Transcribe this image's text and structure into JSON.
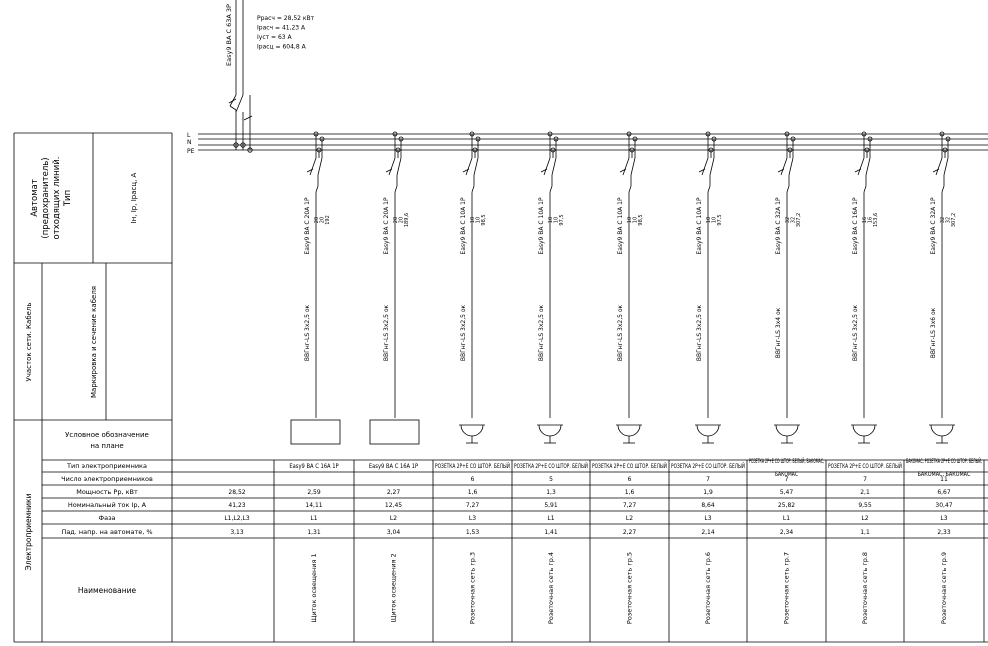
{
  "main_breaker": {
    "label": "Easy9 ВА С 63А 3Р",
    "params": [
      "Ррасч = 28,52 кВт",
      "Iрасч = 41,23 А",
      "Iуст = 63 А",
      "Iрасц = 604,8 А"
    ]
  },
  "bus_labels": [
    "L",
    "N",
    "PE"
  ],
  "left_header": {
    "automat_title": [
      "Автомат",
      "(предохранитель)",
      "отходящих линий.",
      "Тип"
    ],
    "current_label": "Iн, Iр, Iрасц, А",
    "cable_section": "Участок сети. Кабель",
    "cable_mark": "Маркировка и сечение кабеля",
    "consumers_section": "Электроприемники",
    "symbol_label": [
      "Условное обозначение",
      "на плане"
    ],
    "rows": [
      "Тип электроприемника",
      "Число электроприемников",
      "Мощность Рр, кВт",
      "Номинальный ток Iр, А",
      "Фаза",
      "Пад. напр. на автомате, %"
    ],
    "name_label": "Наименование"
  },
  "total": {
    "power": "28,52",
    "current": "41,23",
    "phase": "L1,L2,L3",
    "drop": "3,13"
  },
  "lines": [
    {
      "breaker": "Easy9 ВА С 20А 1Р",
      "amps": [
        "20",
        "20",
        "192"
      ],
      "cable": "ВВГнг-LS 3х2,5 ок",
      "symbol": "panel",
      "type": "Easy9 ВА С 16А 1Р",
      "count": "",
      "power": "2,59",
      "current": "14,11",
      "phase": "L1",
      "drop": "1,31",
      "name": "Щиток освещения 1"
    },
    {
      "breaker": "Easy9 ВА С 20А 1Р",
      "amps": [
        "20",
        "20",
        "189,6"
      ],
      "cable": "ВВГнг-LS 3х2,5 ок",
      "symbol": "panel",
      "type": "Easy9 ВА С 16А 1Р",
      "count": "",
      "power": "2,27",
      "current": "12,45",
      "phase": "L2",
      "drop": "3,04",
      "name": "Щиток освещения 2"
    },
    {
      "breaker": "Easy9 ВА С 10А 1Р",
      "amps": [
        "10",
        "10",
        "98,5"
      ],
      "cable": "ВВГнг-LS 3х2,5 ок",
      "symbol": "socket",
      "type": "РОЗЕТКА 2Р+Е СО ШТОР. БЕЛЫЙ",
      "count": "6",
      "power": "1,6",
      "current": "7,27",
      "phase": "L3",
      "drop": "1,53",
      "name": "Розеточная сеть гр.3"
    },
    {
      "breaker": "Easy9 ВА С 10А 1Р",
      "amps": [
        "10",
        "10",
        "97,5"
      ],
      "cable": "ВВГнг-LS 3х2,5 ок",
      "symbol": "socket",
      "type": "РОЗЕТКА 2Р+Е СО ШТОР. БЕЛЫЙ",
      "count": "5",
      "power": "1,3",
      "current": "5,91",
      "phase": "L1",
      "drop": "1,41",
      "name": "Розеточная сеть гр.4"
    },
    {
      "breaker": "Easy9 ВА С 10А 1Р",
      "amps": [
        "10",
        "10",
        "98,5"
      ],
      "cable": "ВВГнг-LS 3х2,5 ок",
      "symbol": "socket",
      "type": "РОЗЕТКА 2Р+Е СО ШТОР. БЕЛЫЙ",
      "count": "6",
      "power": "1,6",
      "current": "7,27",
      "phase": "L2",
      "drop": "2,27",
      "name": "Розеточная сеть гр.5"
    },
    {
      "breaker": "Easy9 ВА С 10А 1Р",
      "amps": [
        "10",
        "10",
        "97,5"
      ],
      "cable": "ВВГнг-LS 3х2,5 ок",
      "symbol": "socket",
      "type": "РОЗЕТКА 2Р+Е СО ШТОР. БЕЛЫЙ",
      "count": "7",
      "power": "1,9",
      "current": "8,64",
      "phase": "L3",
      "drop": "2,14",
      "name": "Розеточная сеть гр.6"
    },
    {
      "breaker": "Easy9 ВА С 32А 1Р",
      "amps": [
        "32",
        "32",
        "307,2"
      ],
      "cable": "ВВГнг-LS 3х4 ок",
      "symbol": "socket",
      "type": "РОЗЕТКА 2Р+Е СО ШТОР. БЕЛЫЙ, БАКОМАС, БАКОМАС",
      "count": "7",
      "power": "5,47",
      "current": "25,82",
      "phase": "L1",
      "drop": "2,34",
      "name": "Розеточная сеть гр.7"
    },
    {
      "breaker": "Easy9 ВА С 16А 1Р",
      "amps": [
        "16",
        "16",
        "153,6"
      ],
      "cable": "ВВГнг-LS 3х2,5 ок",
      "symbol": "socket",
      "type": "РОЗЕТКА 2Р+Е СО ШТОР. БЕЛЫЙ",
      "count": "7",
      "power": "2,1",
      "current": "9,55",
      "phase": "L2",
      "drop": "1,1",
      "name": "Розеточная сеть гр.8"
    },
    {
      "breaker": "Easy9 ВА С 32А 1Р",
      "amps": [
        "32",
        "32",
        "307,2"
      ],
      "cable": "ВВГнг-LS 3х6 ок",
      "symbol": "socket",
      "type": "БАКОМАС, РОЗЕТКА 2Р+Е СО ШТОР. БЕЛЫЙ, БАКОМАС, БАКОМАС",
      "count": "11",
      "power": "6,67",
      "current": "30,47",
      "phase": "L3",
      "drop": "2,33",
      "name": "Розеточная сеть гр.9"
    }
  ]
}
